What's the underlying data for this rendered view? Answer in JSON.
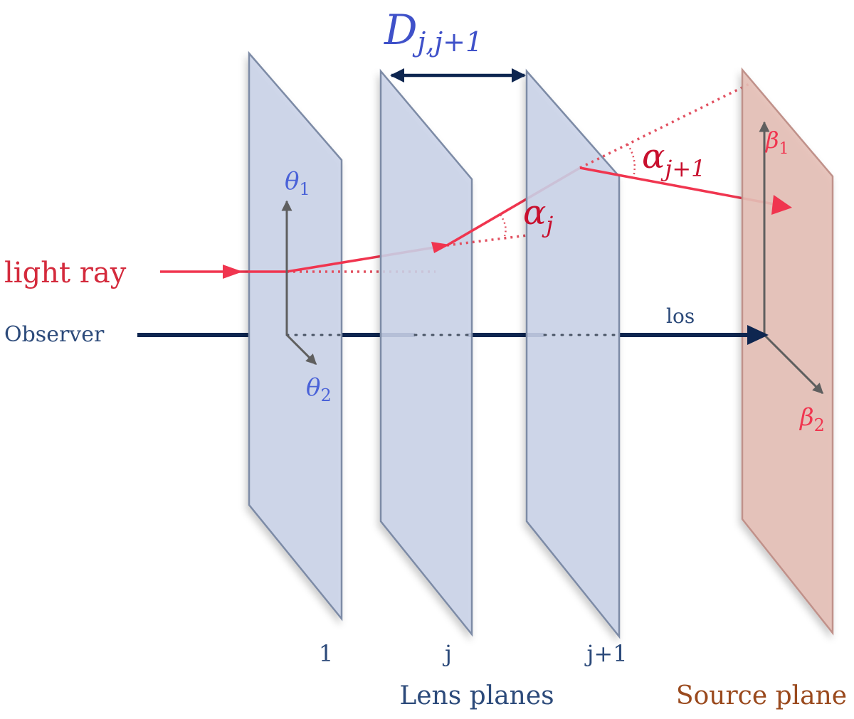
{
  "diagram": {
    "labels": {
      "light_ray": "light ray",
      "observer": "Observer",
      "los": "los",
      "lens_planes": "Lens planes",
      "source_plane": "Source plane"
    },
    "distance": {
      "symbol": "D",
      "subscript": "j,j+1"
    },
    "plane_indices": [
      "1",
      "j",
      "j+1"
    ],
    "deflection_angles": [
      {
        "symbol": "α",
        "subscript": "j"
      },
      {
        "symbol": "α",
        "subscript": "j+1"
      }
    ],
    "image_axes": [
      {
        "symbol": "θ",
        "subscript": "1"
      },
      {
        "symbol": "θ",
        "subscript": "2"
      }
    ],
    "source_axes": [
      {
        "symbol": "β",
        "subscript": "1"
      },
      {
        "symbol": "β",
        "subscript": "2"
      }
    ],
    "colors": {
      "lens_plane_fill": "#c9d3e8",
      "lens_plane_edge": "#7d8ba6",
      "source_plane_fill": "#e4bfb6",
      "source_plane_edge": "#c0918a",
      "ray": "#f0354f",
      "los_line": "#0e2650",
      "axis": "#5f5f5f",
      "theta_text": "#4a62d8",
      "beta_text": "#f0354f",
      "alpha_text": "#c8102e",
      "distance_text": "#3f51c9",
      "observer_text": "#2c4a7a",
      "lens_text": "#2c4a7a",
      "source_text": "#9a4a1e"
    }
  }
}
